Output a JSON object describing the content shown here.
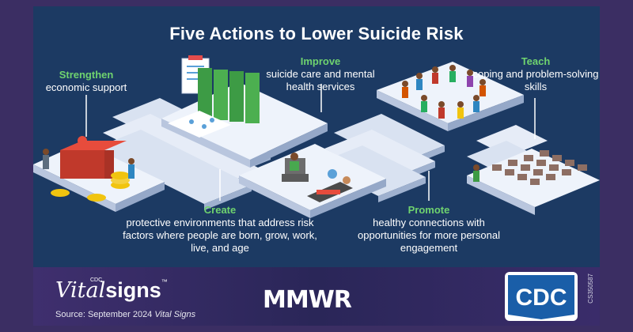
{
  "title": "Five Actions to Lower Suicide Risk",
  "actions": [
    {
      "heading": "Strengthen",
      "description": "economic support"
    },
    {
      "heading": "Improve",
      "description": "suicide care and mental health services"
    },
    {
      "heading": "Teach",
      "description": "coping and problem-solving skills"
    },
    {
      "heading": "Create",
      "description": "protective environments that address risk factors where people are born, grow, work, live, and age"
    },
    {
      "heading": "Promote",
      "description": "healthy connections with opportunities for more personal engagement"
    }
  ],
  "footer": {
    "vital_cdc": "CDC",
    "vital_italic": "Vital",
    "vital_bold": "signs",
    "vital_tm": "™",
    "source_prefix": "Source: September 2024 ",
    "source_italic": "Vital Signs",
    "mmwr": "MMWR",
    "cdc_logo": "CDC",
    "code": "CS350587"
  },
  "colors": {
    "background": "#1c3a63",
    "outer": "#3b2e63",
    "heading_green": "#6fd36f",
    "platform_top": "#e8eef8",
    "platform_side": "#b9c6de"
  }
}
